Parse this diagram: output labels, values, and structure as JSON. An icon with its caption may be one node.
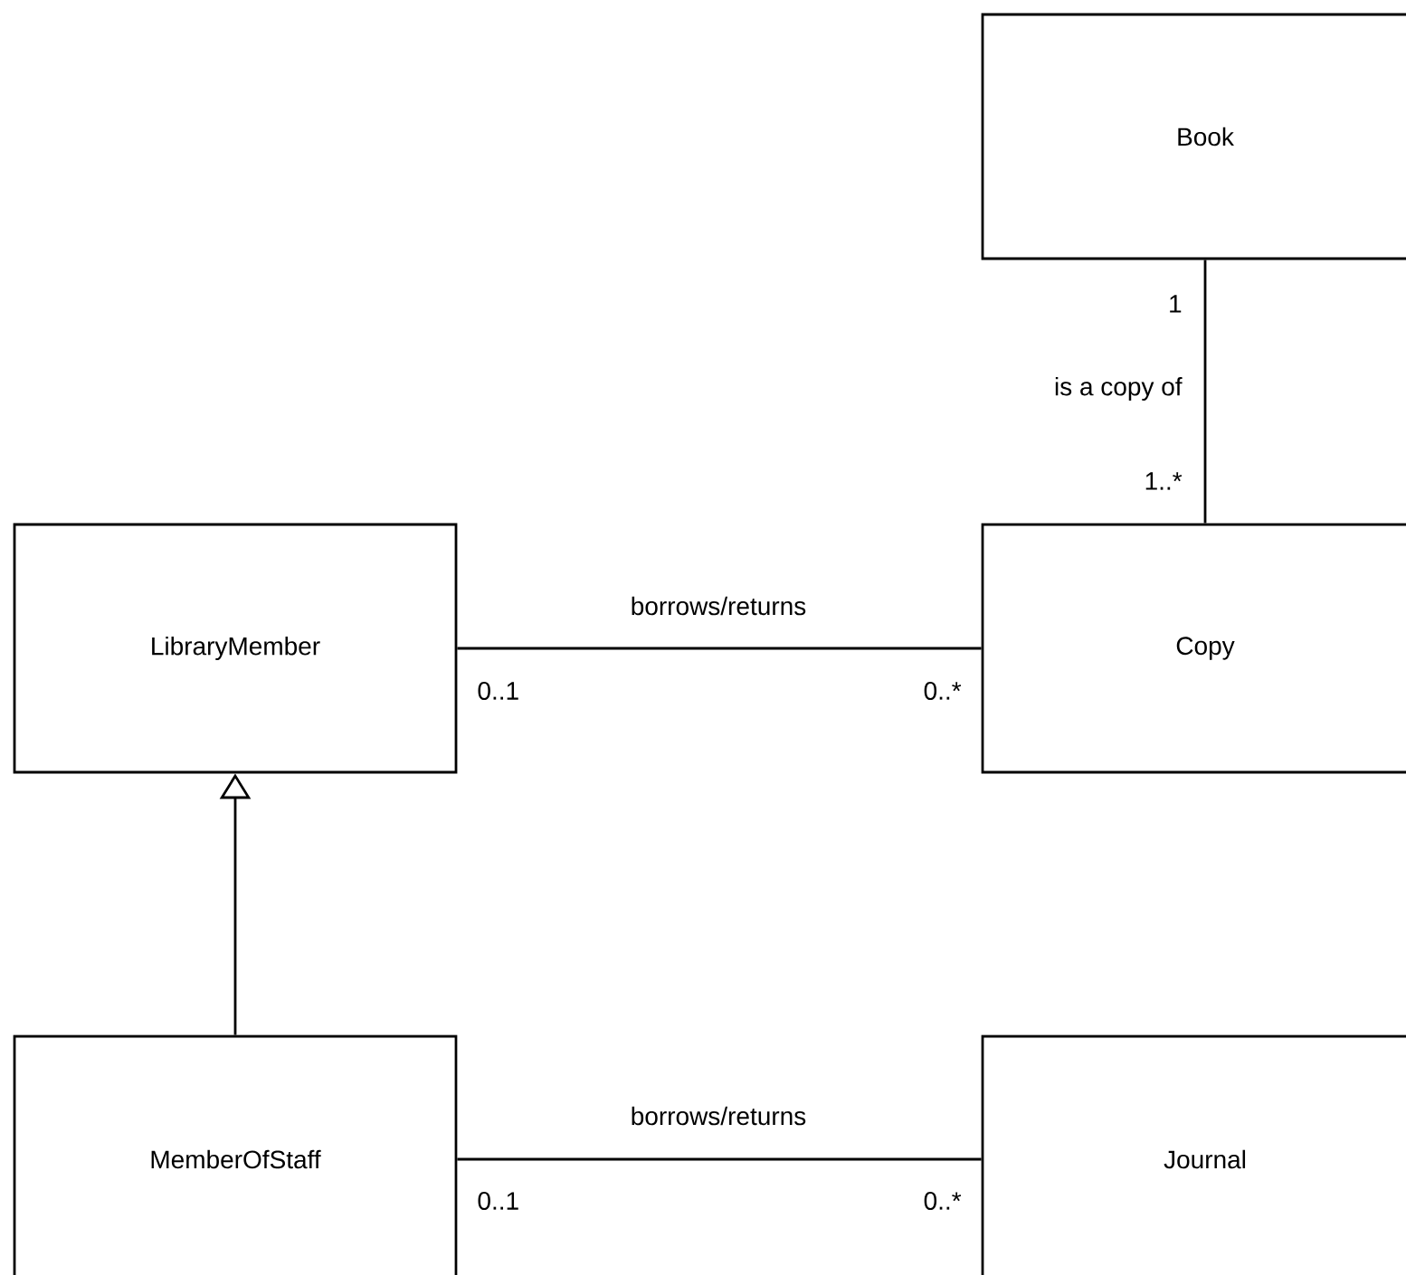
{
  "diagram": {
    "nodes": [
      {
        "text": [
          "Book"
        ]
      },
      {
        "text": [
          "LibraryMember"
        ]
      },
      {
        "text": [
          "Copy"
        ]
      },
      {
        "text": [
          "MemberOfStaff"
        ]
      },
      {
        "text": [
          "Journal"
        ]
      }
    ],
    "edges": [
      {
        "from": 0,
        "to": 2,
        "arrow": "none",
        "label": "is a copy of"
      },
      {
        "from": 1,
        "to": 2,
        "arrow": "none",
        "label": "borrows/returns"
      },
      {
        "from": 3,
        "to": 1,
        "arrow": "to"
      },
      {
        "from": 3,
        "to": 4,
        "arrow": "none",
        "label": "borrows/returns"
      }
    ],
    "labels": [
      "1",
      "1..*",
      "0..1",
      "0..*",
      "0..1",
      "0..*"
    ]
  }
}
